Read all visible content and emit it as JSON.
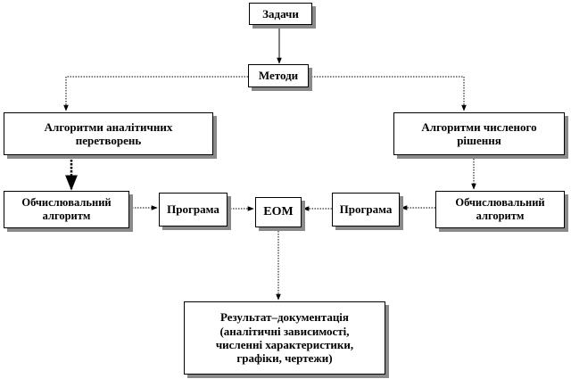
{
  "nodes": {
    "zadachi": "Задачи",
    "metody": "Методи",
    "alg_analytic": "Алгоритми аналітичних\nперетворень",
    "alg_numeric": "Алгоритми численого\nрішення",
    "obch_left": "Обчислювальний\nалгоритм",
    "prog_left": "Програма",
    "bom": "ЕОМ",
    "prog_right": "Програма",
    "obch_right": "Обчислювальний\nалгоритм",
    "result": "Результат–документація\n(аналітичні зависимості,\nчисленні характеристики,\nграфіки,  чертежи)"
  }
}
